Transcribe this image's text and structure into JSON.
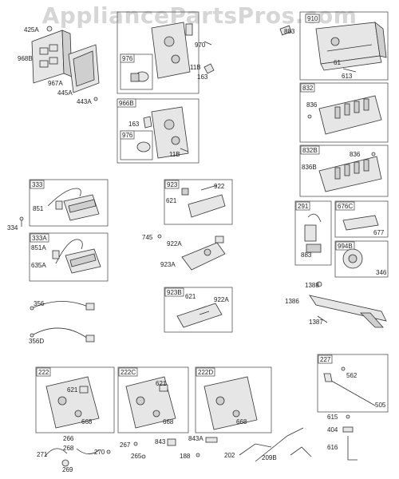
{
  "watermark": "AppliancePartsPros.com",
  "group_tags": {
    "g1": "976",
    "g2": "966B",
    "g3": "976",
    "g4": "910",
    "g5": "832",
    "g6": "832B",
    "g7": "333",
    "g8": "333A",
    "g9": "923",
    "g10": "923B",
    "g11": "291",
    "g12": "676C",
    "g13": "994B",
    "g14": "222",
    "g15": "222C",
    "g16": "222D",
    "g17": "227"
  },
  "labels": {
    "l425A": "425A",
    "l968B": "968B",
    "l967A": "967A",
    "l445A": "445A",
    "l443A": "443A",
    "l970": "970",
    "l11B_a": "11B",
    "l163_a": "163",
    "l163_b": "163",
    "l11B_b": "11B",
    "l883_a": "883",
    "l61": "61",
    "l613": "613",
    "l836": "836",
    "l836_b": "836",
    "l836B": "836B",
    "l851": "851",
    "l334": "334",
    "l851A": "851A",
    "l635A": "635A",
    "l922": "922",
    "l621_a": "621",
    "l745": "745",
    "l922A_a": "922A",
    "l923A": "923A",
    "l621_b": "621",
    "l922A_b": "922A",
    "l883_b": "883",
    "l677": "677",
    "l346": "346",
    "l1388": "1388",
    "l1386": "1386",
    "l1387": "1387",
    "l356": "356",
    "l356D": "356D",
    "l621_c": "621",
    "l668_a": "668",
    "l621_d": "621",
    "l668_b": "668",
    "l668_c": "668",
    "l562": "562",
    "l505": "505",
    "l615": "615",
    "l404": "404",
    "l616": "616",
    "l266": "266",
    "l268": "268",
    "l271": "271",
    "l269": "269",
    "l270": "270",
    "l267": "267",
    "l265": "265",
    "l843": "843",
    "l188": "188",
    "l843A": "843A",
    "l202": "202",
    "l209B": "209B"
  }
}
